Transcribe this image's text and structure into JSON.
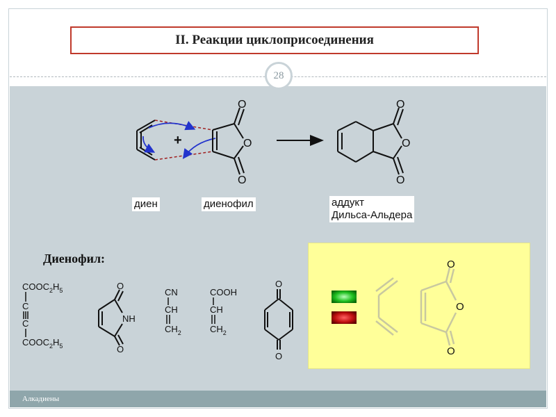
{
  "slide": {
    "title": "II. Реакции циклоприсоединения",
    "page_number": "28",
    "footer": "Алкадиены"
  },
  "reaction": {
    "plus_sign": "+",
    "oxygen_symbol": "O",
    "label_diene": "диен",
    "label_dienophile": "диенофил",
    "label_adduct_line1": "аддукт",
    "label_adduct_line2": "Дильса-Альдера"
  },
  "dienophiles": {
    "heading": "Диенофил:",
    "acetylenedicarboxylate": {
      "top": "COOC",
      "top_sub": "2",
      "top_end": "H",
      "top_end_sub": "5",
      "c1": "C",
      "c2": "C",
      "bottom": "COOC",
      "bottom_sub": "2",
      "bottom_end": "H",
      "bottom_end_sub": "5"
    },
    "maleimide": {
      "o_top": "O",
      "nh": "NH",
      "o_bottom": "O"
    },
    "acrylonitrile": {
      "top": "CN",
      "mid": "CH",
      "bottom": "CH",
      "bottom_sub": "2"
    },
    "acrylic_acid": {
      "top": "COOH",
      "mid": "CH",
      "bottom": "CH",
      "bottom_sub": "2"
    },
    "benzoquinone": {
      "o_top": "O",
      "o_bottom": "O"
    }
  },
  "orbital_panel": {
    "o_top": "O",
    "o_ring": "O",
    "o_bottom": "O",
    "colors": {
      "panel": "#ffff99",
      "green_lobe": "#1fbf1f",
      "red_lobe": "#c01010"
    }
  },
  "colors": {
    "title_border": "#c0392b",
    "content_bg": "#c9d3d8",
    "footer_bg": "#8fa6ab",
    "arrow_blue": "#2233cc",
    "dashed_red": "#a02020"
  }
}
